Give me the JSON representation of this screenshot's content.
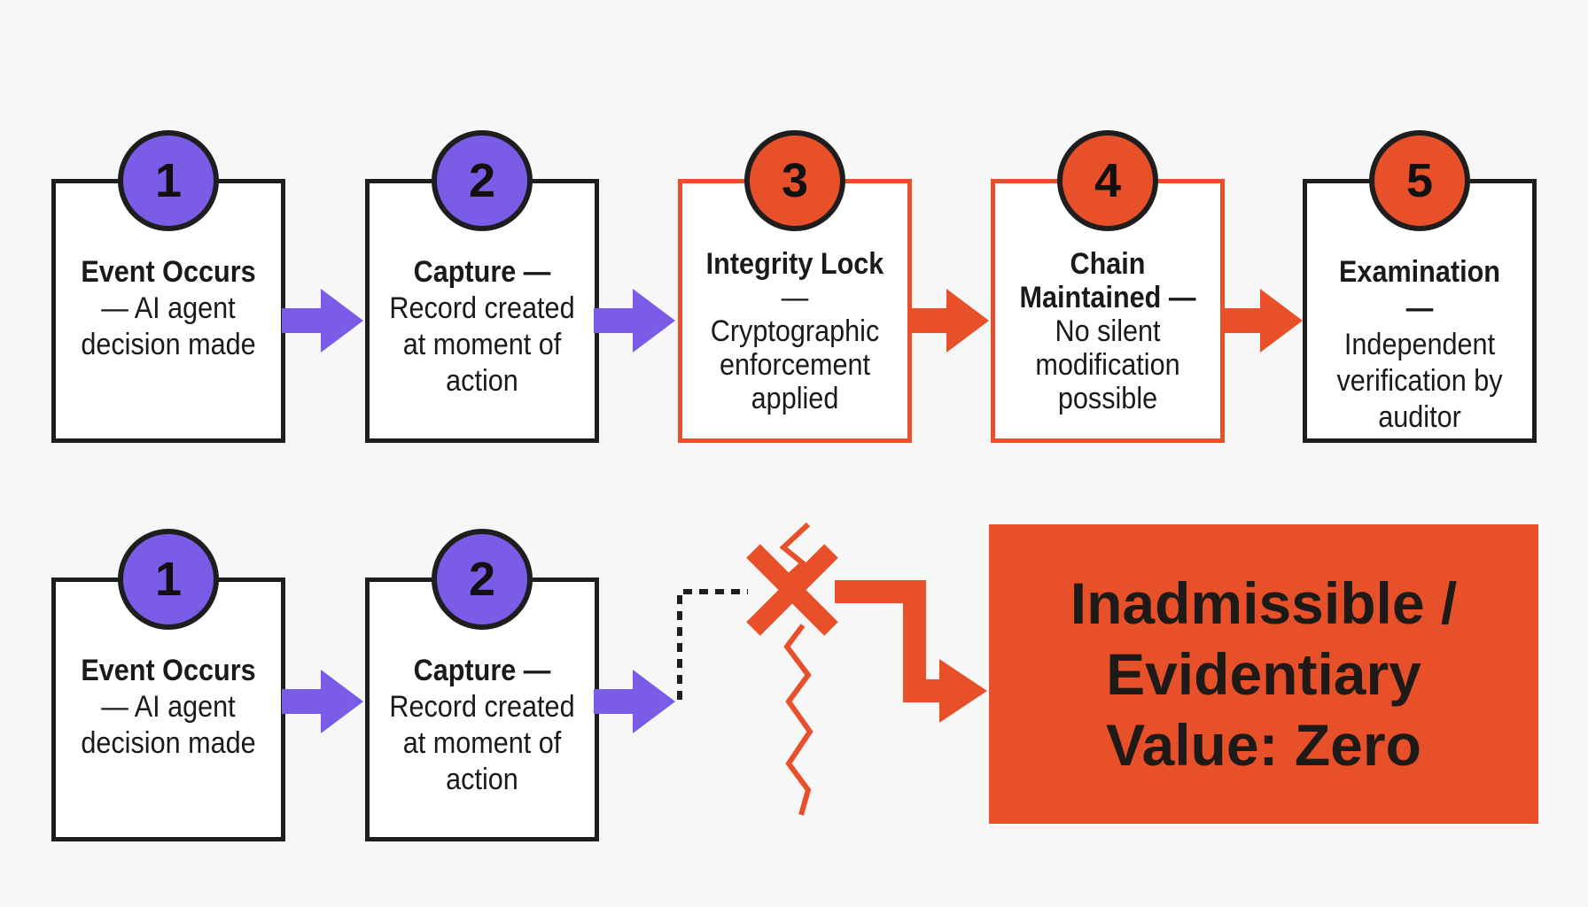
{
  "colors": {
    "purple": "#7a5ce6",
    "orange": "#e8502a",
    "dark": "#1e1e1e"
  },
  "top_row": [
    {
      "number": "1",
      "title": "Event Occurs",
      "desc": "— AI agent decision made"
    },
    {
      "number": "2",
      "title": "Capture —",
      "desc": "Record created at moment of action"
    },
    {
      "number": "3",
      "title": "Integrity Lock",
      "desc": "— Cryptographic enforcement applied"
    },
    {
      "number": "4",
      "title": "Chain Maintained —",
      "desc": "No silent modification possible"
    },
    {
      "number": "5",
      "title": "Examination —",
      "desc": "Independent verification by auditor"
    }
  ],
  "bottom_row": [
    {
      "number": "1",
      "title": "Event Occurs",
      "desc": "— AI agent decision made"
    },
    {
      "number": "2",
      "title": "Capture —",
      "desc": "Record created at moment of action"
    }
  ],
  "result": {
    "text": "Inadmissible / Evidentiary Value: Zero"
  },
  "icons": {
    "broken_chain": "x-mark-icon",
    "fracture": "zigzag-break-icon"
  }
}
